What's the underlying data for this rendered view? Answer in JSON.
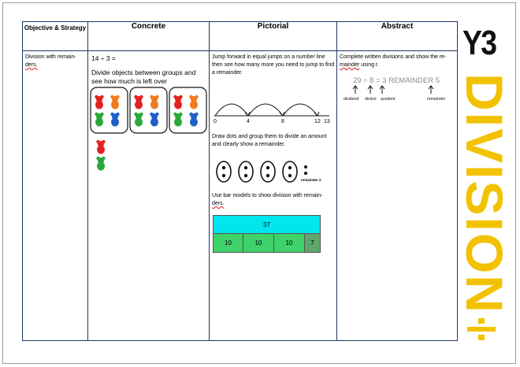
{
  "headers": {
    "objective": "Objective & Strategy",
    "concrete": "Concrete",
    "pictorial": "Pictorial",
    "abstract": "Abstract"
  },
  "objective": {
    "text": "Division with remain-",
    "text2": "ders."
  },
  "concrete": {
    "equation": "14 ÷ 3 =",
    "instruction": "Divide objects between groups and see how much is left over"
  },
  "pictorial": {
    "para1": "Jump forward in equal jumps on a number line then see how many more you need to jump to find a remainder.",
    "number_line_labels": [
      "0",
      "4",
      "8",
      "12",
      "13"
    ],
    "para2": "Draw dots and group them to divide an amount and clearly show a remainder.",
    "remainder_label": "remainder 2",
    "para3a": "Use bar models to show division with remain-",
    "para3b": "ders.",
    "bar_total": "37",
    "bar_parts": [
      "10",
      "10",
      "10",
      "7"
    ]
  },
  "abstract": {
    "para_a": "Complete written divisions and show the re-",
    "para_b": "mainder",
    "para_c": " using r.",
    "equation": "29 ÷ 8 = 3 REMAINDER 5",
    "labels": [
      "dividend",
      "divisor",
      "quotient",
      "remainder"
    ]
  },
  "side": {
    "year": "Y3",
    "title": "DIVISION"
  },
  "colors": {
    "border": "#1f3864",
    "accent_yellow": "#f2c200",
    "bar_top": "#00e5ee",
    "bar_bottom": "#3fd16a",
    "bar_last": "#5ea66a"
  }
}
